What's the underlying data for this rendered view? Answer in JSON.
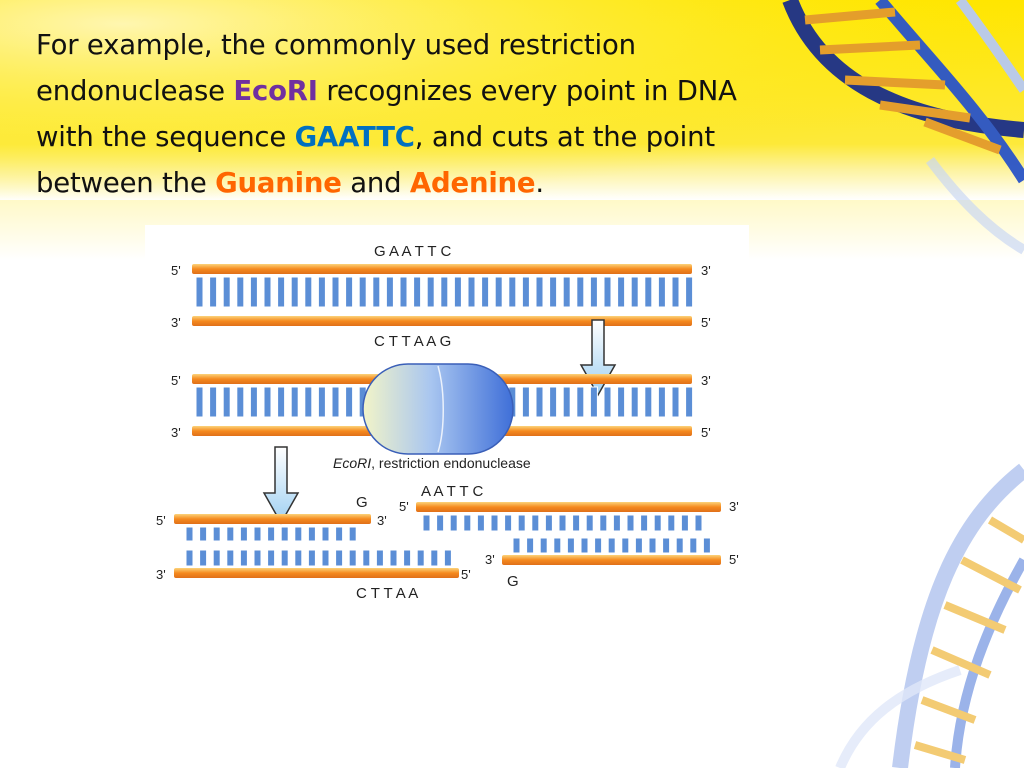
{
  "slide": {
    "sentence": {
      "part1": "For example, the commonly used restriction endonuclease ",
      "enzyme": "EcoRI",
      "part2": " recognizes every point in DNA with the sequence ",
      "sequence": "GAATTC",
      "part3": ", and cuts at the point between the ",
      "base1": "Guanine",
      "part4": " and ",
      "base2": "Adenine",
      "part5": "."
    }
  },
  "colors": {
    "enzyme": "#7030a0",
    "sequence": "#0070c0",
    "bases": "#ff6600",
    "strand": "#f58a1f",
    "rung": "#5b8ed6",
    "enzyme_blob": "#4f7de0",
    "arrow": "#a7d3f2"
  },
  "diagram": {
    "top": {
      "seq_top": "G A A T T C",
      "seq_bottom": "C T T A A G",
      "l1": "5'",
      "r1": "3'",
      "l2": "3'",
      "r2": "5'"
    },
    "middle": {
      "l1": "5'",
      "r1": "3'",
      "l2": "3'",
      "r2": "5'",
      "caption_italic": "EcoRI",
      "caption_rest": ", restriction endonuclease"
    },
    "bottom": {
      "left_l1": "5'",
      "left_r1": "3'",
      "left_l2": "3'",
      "left_r2": "5'",
      "left_top_base": "G",
      "left_bottom_seq": "C T T A A",
      "right_l1": "5'",
      "right_r1": "3'",
      "right_l2": "3'",
      "right_r2": "5'",
      "right_top_seq": "A A T T C",
      "right_bottom_base": "G"
    }
  }
}
